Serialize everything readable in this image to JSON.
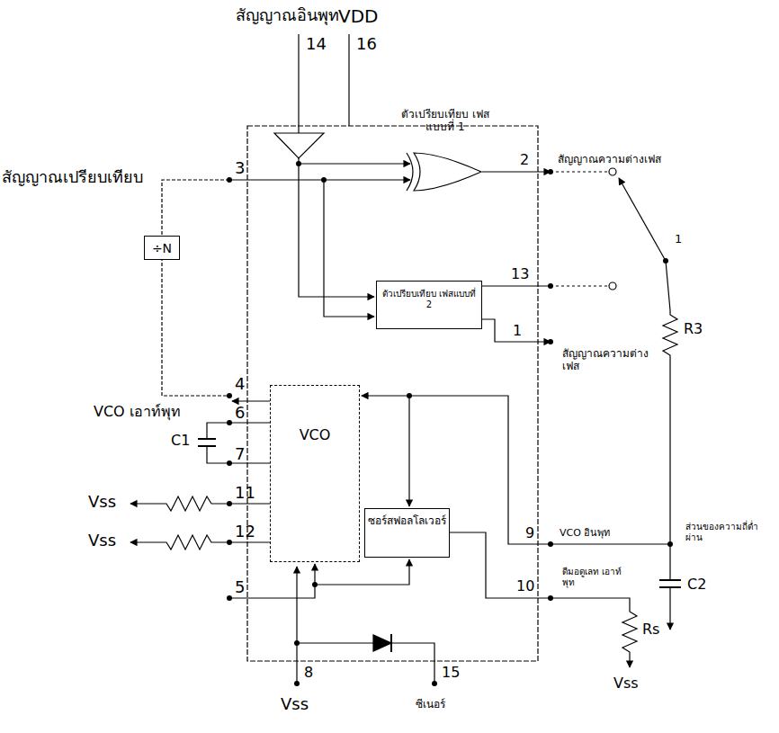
{
  "diagram": {
    "nodes": [
      {
        "text": [
          "ตัวเปรียบเทียบ เฟสแบบที่ 1"
        ]
      },
      {
        "text": [
          "÷N"
        ]
      },
      {
        "text": [
          "ตัวเปรียบเทียบ เฟสแบบที่ 2"
        ]
      },
      {
        "text": [
          "VCO"
        ]
      },
      {
        "text": [
          "ซอร์สฟอลโลเวอร์"
        ]
      }
    ],
    "labels": [
      "สัญญาณอินพุท",
      "VDD",
      "14",
      "16",
      "2",
      "สัญญาณความต่างเฟส",
      "สัญญาณเปรียบเทียบ",
      "3",
      "1",
      "13",
      "1",
      "สัญญาณความต่างเฟส",
      "R3",
      "4",
      "VCO เอาท์พุท",
      "6",
      "C1",
      "7",
      "Vss",
      "11",
      "Vss",
      "12",
      "9",
      "VCO อินพุท",
      "ส่วนของความถี่ต่ำผ่าน",
      "C2",
      "10",
      "ดีมอดูเลท เอาท์พุท",
      "Rs",
      "Vss",
      "5",
      "8",
      "Vss",
      "15",
      "ซีเนอร์"
    ]
  }
}
